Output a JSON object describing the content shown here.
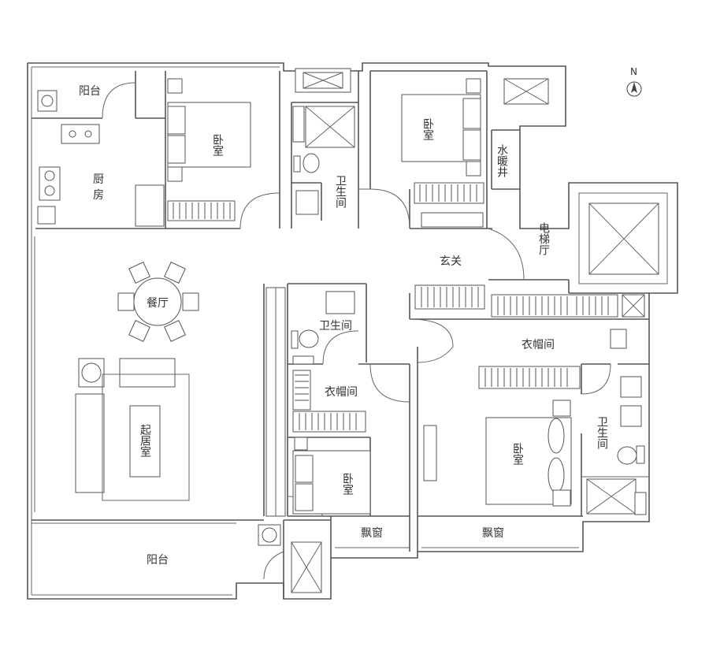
{
  "rooms": {
    "balcony_top": "阳台",
    "kitchen": "厨房",
    "bedroom_nw": "卧室",
    "bath_top": "卫生间",
    "bedroom_ne": "卧室",
    "shaft": "水暖井",
    "elevator_hall": "电梯厅",
    "entrance": "玄关",
    "dining": "餐厅",
    "living": "起居室",
    "bath_mid": "卫生间",
    "closet_mid": "衣帽间",
    "closet_master": "衣帽间",
    "bedroom_small": "卧室",
    "bedroom_master": "卧室",
    "bath_master": "卫生间",
    "bay_window_left": "飘窗",
    "bay_window_right": "飘窗",
    "balcony_bottom": "阳台"
  },
  "compass": {
    "label": "N"
  }
}
